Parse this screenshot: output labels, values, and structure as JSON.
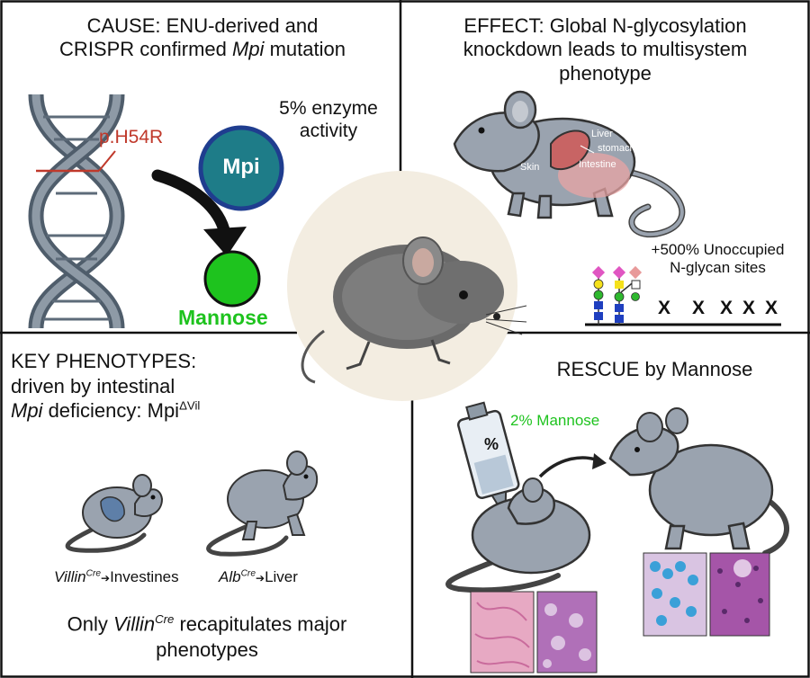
{
  "cause": {
    "title_line1": "CAUSE: ENU-derived and",
    "title_line2_pre": "CRISPR confirmed ",
    "title_gene": "Mpi",
    "title_line2_post": " mutation",
    "mutation_label": "p.H54R",
    "enzyme_line1": "5% enzyme",
    "enzyme_line2": "activity",
    "enzyme_label": "Mpi",
    "product_label": "Mannose"
  },
  "effect": {
    "title_line1": "EFFECT: Global N-glycosylation",
    "title_line2": "knockdown leads to multisystem",
    "title_line3": "phenotype",
    "organ_liver": "Liver",
    "organ_stomach": "stomach",
    "organ_intestine": "Intestine",
    "organ_skin": "Skin",
    "glycan_line1": "+500% Unoccupied",
    "glycan_line2": "N-glycan sites",
    "site_marker": "X"
  },
  "phenotypes": {
    "title_line1": "KEY  PHENOTYPES:",
    "title_line2": "driven by intestinal",
    "gene": "Mpi",
    "title_line3_mid": " deficiency: Mpi",
    "title_sup": "ΔVil",
    "villin_driver": "Villin",
    "cre_sup": "Cre",
    "villin_target": "Investines",
    "alb_driver": "Alb",
    "alb_target": "Liver",
    "arrow_glyph": "➔",
    "summary_pre": "Only ",
    "summary_driver": "Villin",
    "summary_post_line1": " recapitulates major",
    "summary_line2": "phenotypes"
  },
  "rescue": {
    "title": "RESCUE by Mannose",
    "bottle_label": "2% Mannose",
    "bottle_symbol": "%"
  },
  "colors": {
    "mutation_red": "#c0392b",
    "mpi_teal": "#1e7c88",
    "mpi_ring": "#1f3d8f",
    "mannose_green": "#1ec31e",
    "mouse_gray": "#9aa3af",
    "dna_blue": "#5d6b79"
  }
}
